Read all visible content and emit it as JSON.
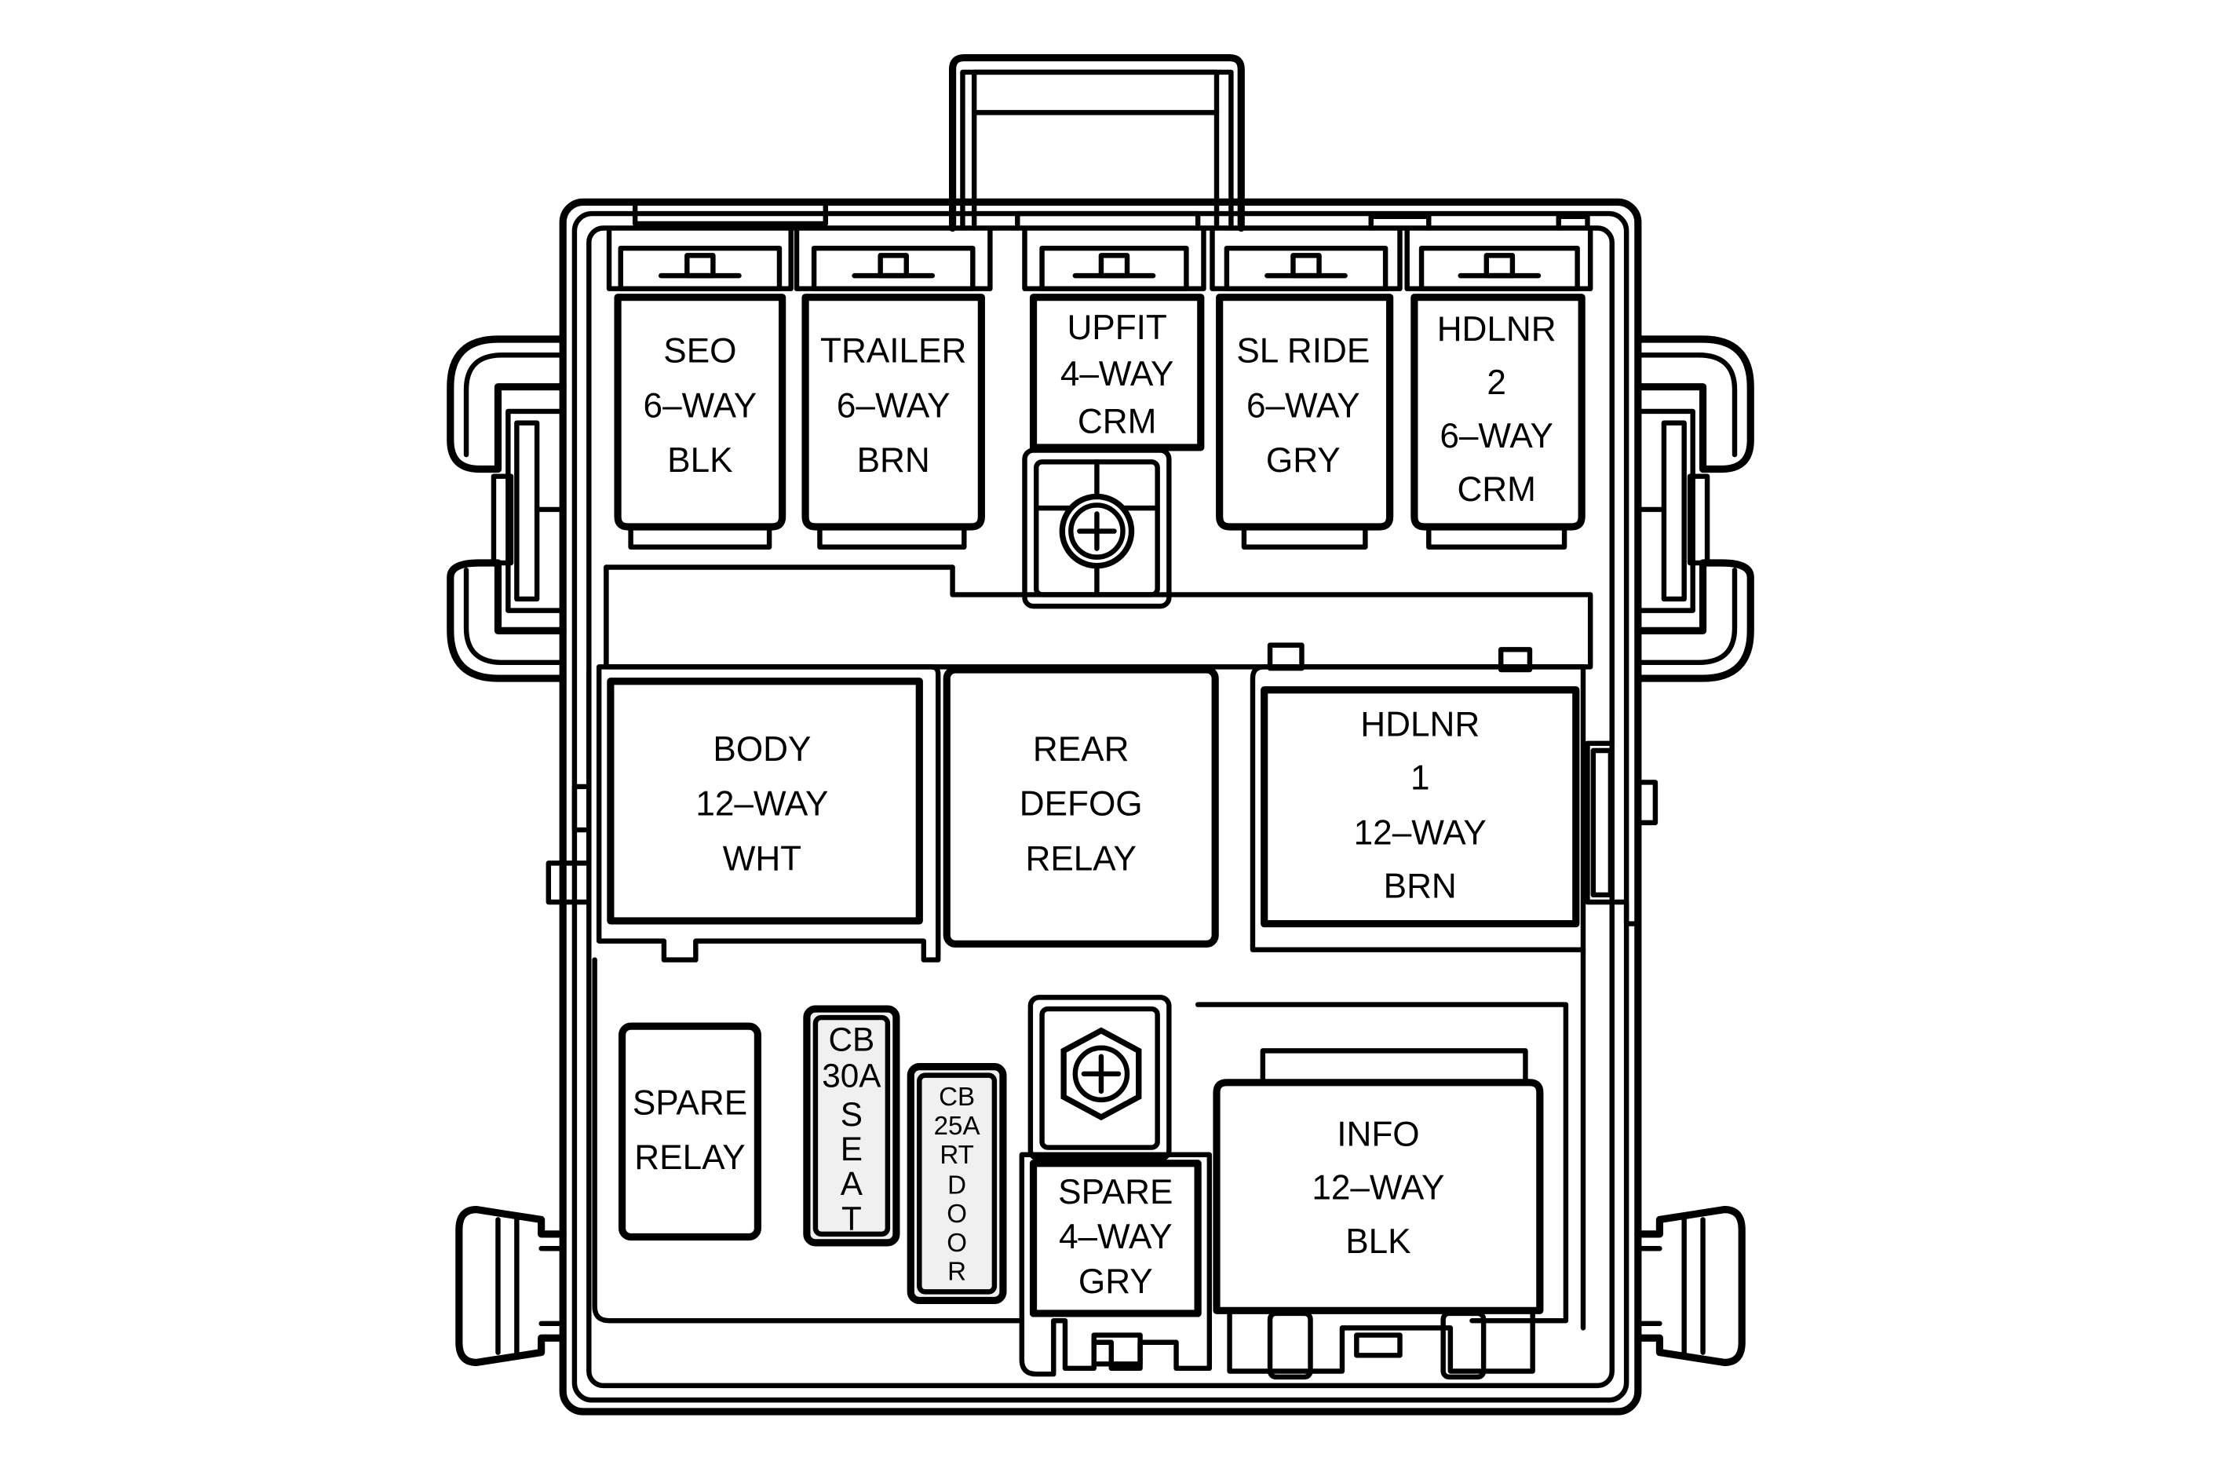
{
  "connectors": {
    "seo": [
      "SEO",
      "6–WAY",
      "BLK"
    ],
    "trailer": [
      "TRAILER",
      "6–WAY",
      "BRN"
    ],
    "upfit": [
      "UPFIT",
      "4–WAY",
      "CRM"
    ],
    "sl_ride": [
      "SL RIDE",
      "6–WAY",
      "GRY"
    ],
    "hdlnr2": [
      "HDLNR",
      "2",
      "6–WAY",
      "CRM"
    ],
    "body": [
      "BODY",
      "12–WAY",
      "WHT"
    ],
    "rear_defog": [
      "REAR",
      "DEFOG",
      "RELAY"
    ],
    "hdlnr1": [
      "HDLNR",
      "1",
      "12–WAY",
      "BRN"
    ],
    "spare_relay": [
      "SPARE",
      "RELAY"
    ],
    "cb_seat": [
      "CB",
      "30A",
      "S",
      "E",
      "A",
      "T"
    ],
    "cb_door": [
      "CB",
      "25A",
      "RT",
      "D",
      "O",
      "O",
      "R"
    ],
    "spare4": [
      "SPARE",
      "4–WAY",
      "GRY"
    ],
    "info": [
      "INFO",
      "12–WAY",
      "BLK"
    ]
  }
}
